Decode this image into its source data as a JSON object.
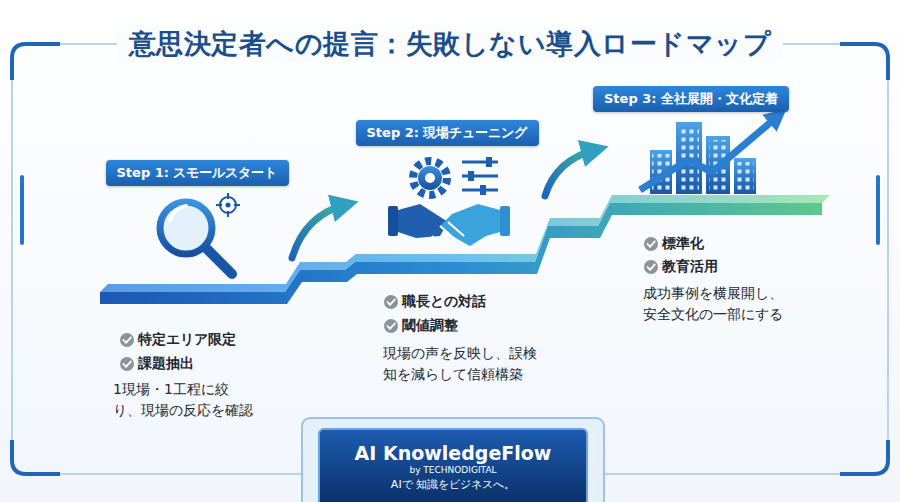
{
  "diagram": {
    "title": "意思決定者への提言：失敗しない導入ロードマップ",
    "nodes": [
      {
        "text": [
          "Step 1: スモールスタート"
        ]
      },
      {
        "text": [
          "Step 2: 現場チューニング"
        ]
      },
      {
        "text": [
          "Step 3: 全社展開・文化定着"
        ]
      },
      {
        "text": [
          "AI KnowledgeFlow",
          "by TECHNODIGITAL",
          "AIで 知識をビジネスへ。"
        ]
      }
    ],
    "labels": [
      "特定エリア限定",
      "課題抽出",
      "1現場・1工程に絞り、現場の反応を確認",
      "職長との対話",
      "閾値調整",
      "現場の声を反映し、誤検知を減らして信頼構築",
      "標準化",
      "教育活用",
      "成功事例を横展開し、安全文化の一部にする"
    ]
  }
}
